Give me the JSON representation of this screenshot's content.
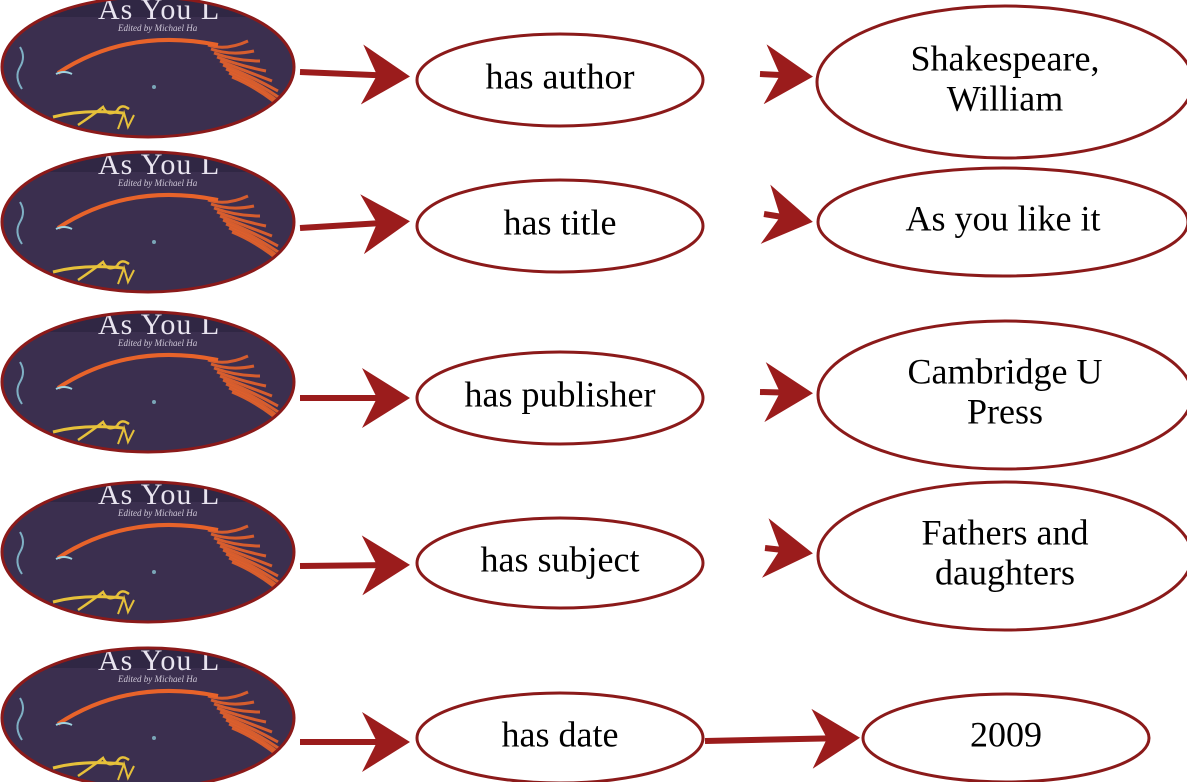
{
  "diagram": {
    "colors": {
      "stroke": "#8b1a1a",
      "arrow": "#9b1c1c",
      "cover_bg": "#3b2f4f",
      "cover_orange": "#e8632a",
      "cover_yellow": "#e6c13a"
    },
    "cover_text": {
      "title": "As You L",
      "subtitle": "Edited by Michael Ha"
    },
    "triples": [
      {
        "predicate": "has author",
        "object_lines": [
          "Shakespeare,",
          "William"
        ]
      },
      {
        "predicate": "has title",
        "object_lines": [
          "As you like it"
        ]
      },
      {
        "predicate": "has publisher",
        "object_lines": [
          "Cambridge U",
          "Press"
        ]
      },
      {
        "predicate": "has subject",
        "object_lines": [
          "Fathers and",
          "daughters"
        ]
      },
      {
        "predicate": "has date",
        "object_lines": [
          "2009"
        ]
      }
    ]
  }
}
